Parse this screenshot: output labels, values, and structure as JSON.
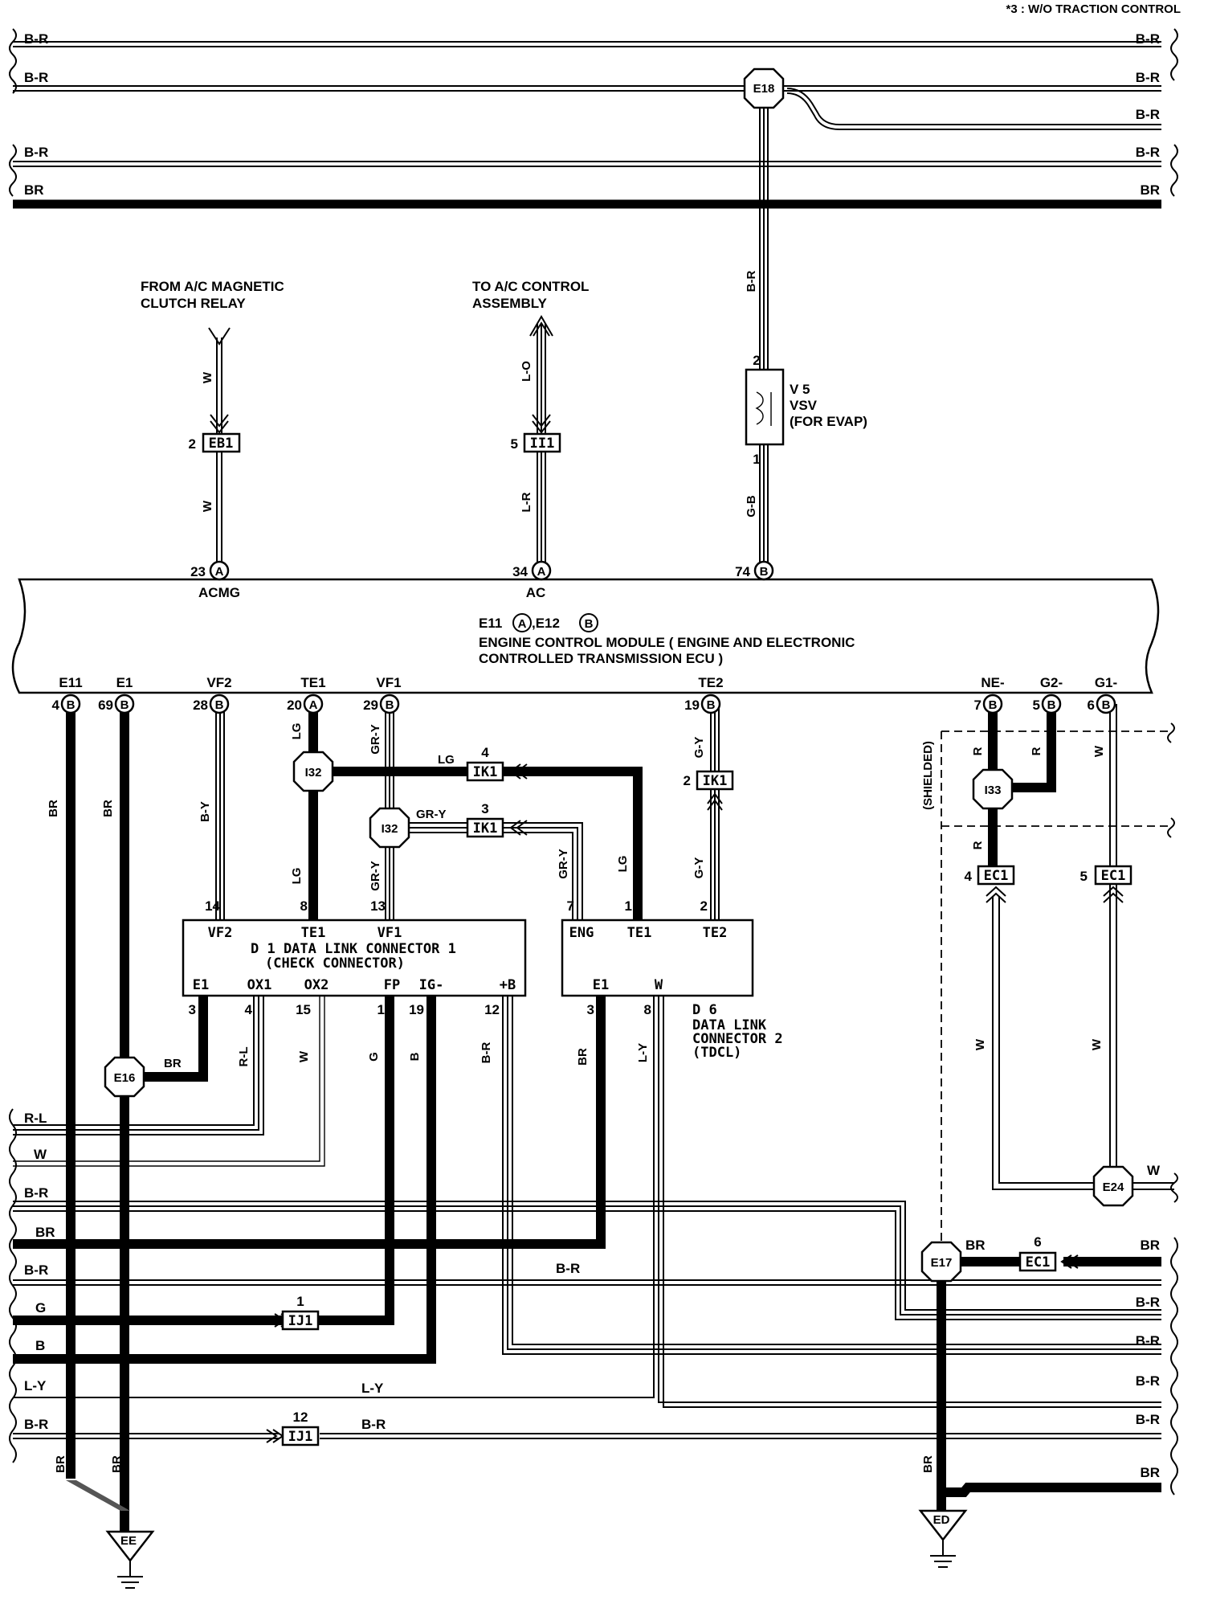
{
  "note": "*3 : W/O TRACTION CONTROL",
  "top_bus": {
    "left": [
      "B-R",
      "B-R",
      "B-R",
      "BR"
    ],
    "right": [
      "B-R",
      "B-R",
      "B-R",
      "B-R",
      "BR"
    ]
  },
  "vertical_wires": {
    "w_upper": "W",
    "w_lower": "W",
    "lo": "L-O",
    "lr": "L-R",
    "br_upper": "B-R",
    "gb": "G-B",
    "e11": "BR",
    "e1": "BR",
    "vf2": "B-Y",
    "lg_a": "LG",
    "lg_b": "LG",
    "lg_c": "LG",
    "lg_d": "LG",
    "gry_a": "GR-Y",
    "gry_b": "GR-Y",
    "gry_c": "GR-Y",
    "gry_d": "GR-Y",
    "gy_a": "G-Y",
    "gy_b": "G-Y",
    "ne_a": "R",
    "ne_b": "R",
    "g2": "R",
    "g1": "W",
    "shielded": "(SHIELDED)",
    "e16": "BR",
    "ox1": "R-L",
    "ox2": "W",
    "fp": "G",
    "ig": "B",
    "plusb": "B-R",
    "dlc2_e1": "BR",
    "dlc2_w": "L-Y",
    "w_left": "W",
    "w_right": "W",
    "ee_left": "BR",
    "ee_right": "BR",
    "ed": "BR"
  },
  "sources": {
    "ac_clutch": [
      "FROM A/C MAGNETIC",
      "CLUTCH RELAY"
    ],
    "ac_control": [
      "TO A/C CONTROL",
      "ASSEMBLY"
    ]
  },
  "connectors": {
    "eb1": {
      "id": "EB1",
      "pin": "2"
    },
    "ii1": {
      "id": "II1",
      "pin": "5"
    },
    "ik1_a": {
      "id": "IK1",
      "pin": "4"
    },
    "ik1_b": {
      "id": "IK1",
      "pin": "3"
    },
    "ik1_c": {
      "id": "IK1",
      "pin": "2"
    },
    "ec1_a": {
      "id": "EC1",
      "pin": "4"
    },
    "ec1_b": {
      "id": "EC1",
      "pin": "5"
    },
    "ec1_c": {
      "id": "EC1",
      "pin": "6"
    },
    "ij1_a": {
      "id": "IJ1",
      "pin": "1"
    },
    "ij1_b": {
      "id": "IJ1",
      "pin": "12"
    }
  },
  "vsv": {
    "pin_top": "2",
    "pin_bottom": "1",
    "lines": [
      "V 5",
      "VSV",
      "(FOR EVAP)"
    ]
  },
  "splices": {
    "e18_top": "E18",
    "i32_a": "I32",
    "i32_b": "I32",
    "i33": "I33",
    "e16": "E16",
    "e24": "E24",
    "e17": "E17"
  },
  "ecm": {
    "title_parts": [
      "E11",
      "A",
      ",E12",
      "B"
    ],
    "line1": "ENGINE CONTROL MODULE ( ENGINE AND  ELECTRONIC",
    "line2": "CONTROLLED TRANSMISSION ECU )",
    "top_pins": [
      {
        "num": "23",
        "conn": "A",
        "name": "ACMG"
      },
      {
        "num": "34",
        "conn": "A",
        "name": "AC"
      },
      {
        "num": "74",
        "conn": "B",
        "name": ""
      }
    ],
    "bottom_pins": [
      {
        "num": "4",
        "conn": "B",
        "name": "E11"
      },
      {
        "num": "69",
        "conn": "B",
        "name": "E1"
      },
      {
        "num": "28",
        "conn": "B",
        "name": "VF2"
      },
      {
        "num": "20",
        "conn": "A",
        "name": "TE1"
      },
      {
        "num": "29",
        "conn": "B",
        "name": "VF1"
      },
      {
        "num": "19",
        "conn": "B",
        "name": "TE2"
      },
      {
        "num": "7",
        "conn": "B",
        "name": "NE-"
      },
      {
        "num": "5",
        "conn": "B",
        "name": "G2-"
      },
      {
        "num": "6",
        "conn": "B",
        "name": "G1-"
      }
    ]
  },
  "dlc1": {
    "title": "D 1  DATA LINK CONNECTOR 1",
    "subtitle": "(CHECK CONNECTOR)",
    "top_terms": [
      "VF2",
      "TE1",
      "VF1"
    ],
    "top_pins": [
      "14",
      "8",
      "13"
    ],
    "bottom_terms": [
      "E1",
      "OX1",
      "OX2",
      "FP",
      "IG-",
      "+B"
    ],
    "bottom_pins": [
      "3",
      "4",
      "15",
      "1",
      "19",
      "12"
    ]
  },
  "dlc2": {
    "top_terms": [
      "ENG",
      "TE1",
      "TE2"
    ],
    "top_pins": [
      "7",
      "1",
      "2"
    ],
    "bottom_terms": [
      "E1",
      "W"
    ],
    "bottom_pins": [
      "3",
      "8"
    ],
    "label": [
      "D 6",
      "DATA LINK",
      "CONNECTOR 2",
      "(TDCL)"
    ]
  },
  "bottom_bus": {
    "left": [
      "R-L",
      "W",
      "B-R",
      "BR",
      "B-R",
      "G",
      "B",
      "L-Y",
      "B-R"
    ],
    "mid": [
      "B-R",
      "L-Y",
      "B-R"
    ],
    "right": [
      "W",
      "BR",
      "B-R",
      "B-R",
      "B-R",
      "B-R",
      "BR"
    ],
    "e17_br": "BR"
  },
  "grounds": {
    "ee": "EE",
    "ed": "ED"
  }
}
